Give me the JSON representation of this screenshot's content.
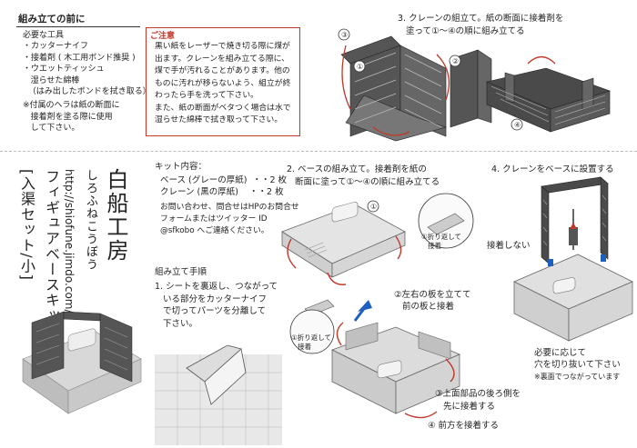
{
  "before": {
    "title": "組み立ての前に",
    "tools_heading": "必要な工具",
    "tools": [
      "・カッターナイフ",
      "・接着剤 ( 木工用ボンド推奨 )",
      "・ウエットティッシュ",
      "   湿らせた綿棒",
      "  （はみ出したボンドを拭き取る）"
    ],
    "note": "※付属のヘラは紙の断面に\n   接着剤を塗る際に使用\n   して下さい。"
  },
  "caution": {
    "title": "ご注意",
    "body": "黒い紙をレーザーで焼き切る際に煤が\n出ます。クレーンを組み立てる際に、\n煤で手が汚れることがあります。他の\nものに汚れが移らないよう、組立が終\nわったら手を洗って下さい。\nまた、紙の断面がベタつく場合は水で\n湿らせた綿棒で拭き取って下さい。"
  },
  "step3": {
    "title": "3. クレーンの組立て。紙の断面に接着剤を\n   塗って①〜④の順に組み立てる",
    "labels": [
      "①",
      "②",
      "③",
      "④"
    ]
  },
  "brand": {
    "name": "白船工房",
    "kana": "しろふねこうぼう",
    "url": "http://shiofune.jimdo.com/",
    "product": "フィギュアベースキット",
    "variant": "[入渠セット/小]"
  },
  "kit": {
    "title": "キット内容：",
    "items": [
      "ベース (グレーの厚紙)  ・・2 枚",
      "クレーン (黒の厚紙)    ・・2 枚"
    ],
    "contact": "お問い合わせ、問合せはHPのお問合せ\nフォームまたはツイッター ID\n@sfkobo へご連絡ください。"
  },
  "procedure": {
    "title": "組み立て手順",
    "step1": "1. シートを裏返し、つながって\n   いる部分をカッターナイフ\n   で切ってパーツを分離して\n   下さい。"
  },
  "step2": {
    "title": "2. ベースの組み立て。接着剤を紙の\n   断面に塗って①〜④の順に組み立てる",
    "fold_note": "①折り返して\n   接着",
    "fold_note2": "①折り返して\n   接着",
    "side_note": "②左右の板を立てて\n   前の板と接着",
    "back_note": "③上面部品の後ろ側を\n   先に接着する",
    "front_note": "④ 前方を接着する",
    "num1": "①",
    "num2": "②"
  },
  "step4": {
    "title": "4. クレーンをベースに設置する",
    "no_glue": "接着しない",
    "hole_note": "必要に応じて\n穴を切り抜いて下さい",
    "hole_sub": "※裏面でつながっています"
  }
}
